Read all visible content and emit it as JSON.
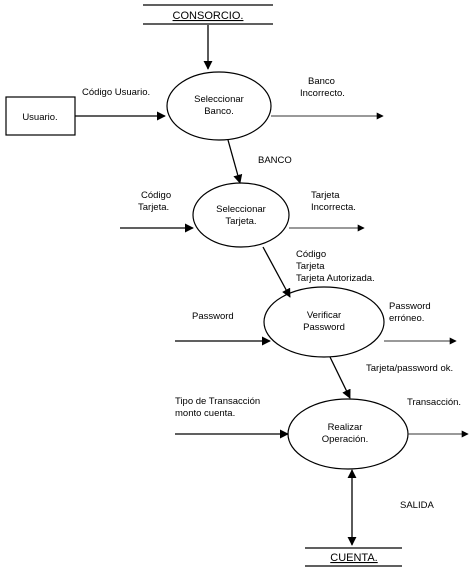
{
  "data_stores": {
    "consorcio": "CONSORCIO.",
    "cuenta": "CUENTA."
  },
  "external_entity": {
    "usuario": "Usuario."
  },
  "processes": {
    "seleccionar_banco": [
      "Seleccionar",
      "Banco."
    ],
    "seleccionar_tarjeta": [
      "Seleccionar",
      "Tarjeta."
    ],
    "verificar_password": [
      "Verificar",
      "Password"
    ],
    "realizar_operacion": [
      "Realizar",
      "Operación."
    ]
  },
  "flows": {
    "codigo_usuario": [
      "Código Usuario."
    ],
    "banco_incorrecto": [
      "Banco",
      "Incorrecto."
    ],
    "banco": [
      "BANCO"
    ],
    "codigo_tarjeta": [
      "Código",
      "Tarjeta."
    ],
    "tarjeta_incorrecta": [
      "Tarjeta",
      "Incorrecta."
    ],
    "codigo_tarjeta_autorizada": [
      "Código",
      "Tarjeta",
      "Tarjeta Autorizada."
    ],
    "password": [
      "Password"
    ],
    "password_erroneo": [
      "Password",
      "erróneo."
    ],
    "tarjeta_password_ok": [
      "Tarjeta/password ok."
    ],
    "tipo_transaccion": [
      "Tipo de Transacción",
      "monto cuenta."
    ],
    "transaccion": [
      "Transacción."
    ],
    "salida": [
      "SALIDA"
    ]
  },
  "colors": {
    "stroke": "#000000",
    "arrow_gray": "#333333",
    "background": "#ffffff"
  }
}
